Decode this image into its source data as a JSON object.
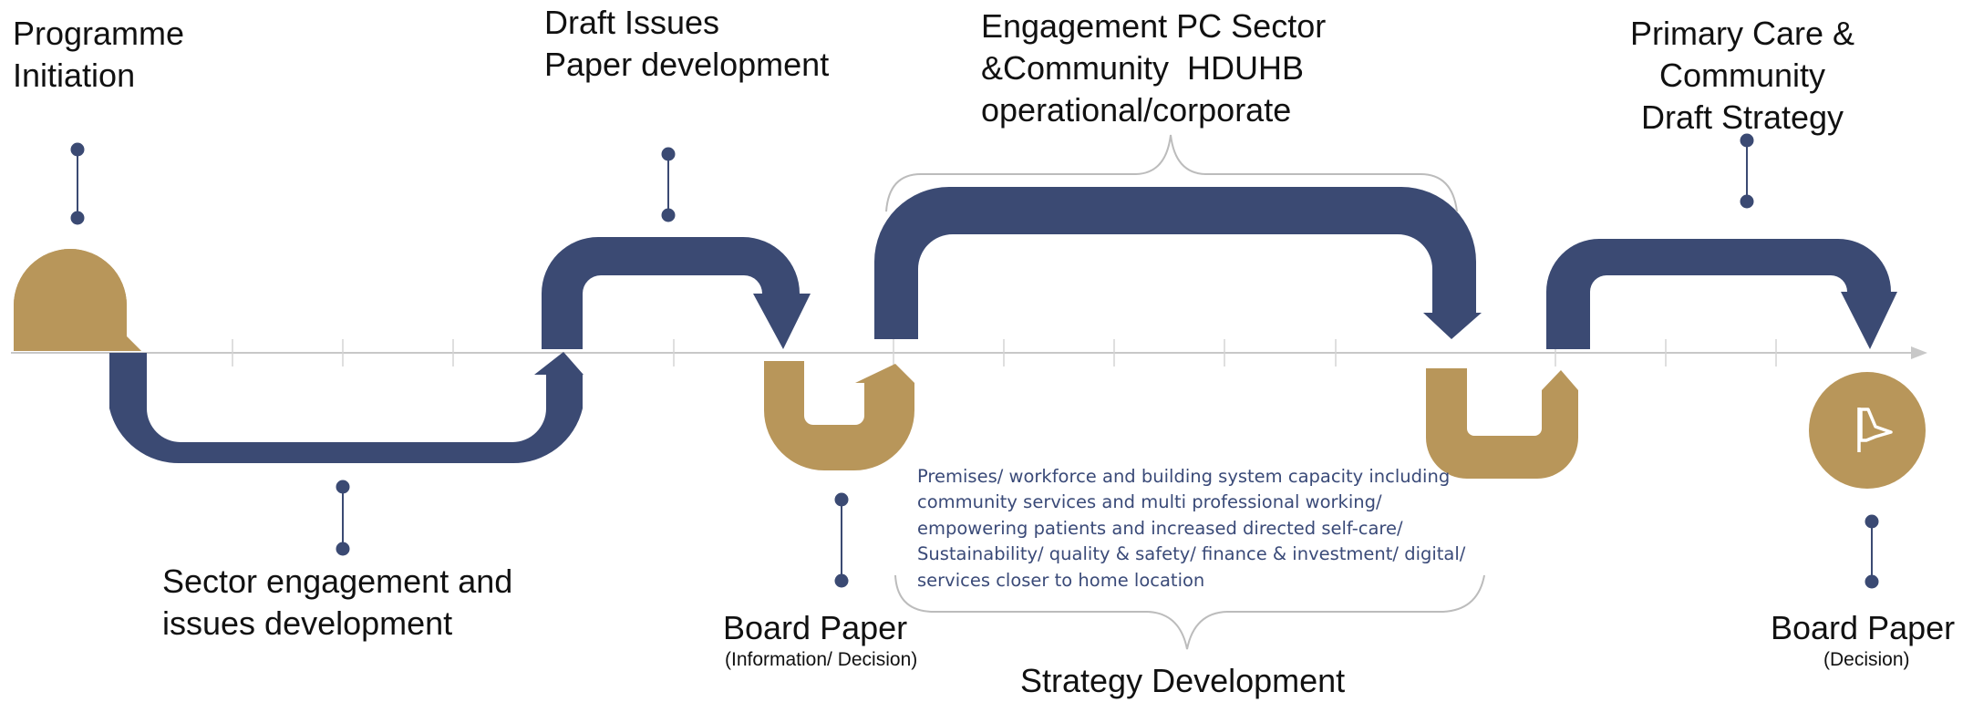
{
  "colors": {
    "navy": "#3b4a73",
    "gold": "#b8965a",
    "axis": "#c8c8c8",
    "brace": "#bcbcbc"
  },
  "labels": {
    "programme_initiation": "Programme\nInitiation",
    "draft_issues": "Draft Issues\nPaper development",
    "engagement": "Engagement PC Sector\n&Community  HDUHB\noperational/corporate",
    "primary_care": "Primary Care &\nCommunity\nDraft Strategy",
    "sector_engagement": "Sector engagement and\nissues development",
    "board_paper_1": "Board Paper",
    "board_paper_1_sub": "(Information/ Decision)",
    "strategy_development": "Strategy Development",
    "board_paper_2": "Board Paper",
    "board_paper_2_sub": "(Decision)"
  },
  "strategy_notes": [
    "Premises/ workforce and building system capacity including",
    "community services and multi professional working/",
    "empowering patients and increased directed self-care/",
    "Sustainability/ quality & safety/ finance & investment/ digital/",
    "services closer to home location"
  ],
  "icons": {
    "end_marker": "flag-icon"
  }
}
